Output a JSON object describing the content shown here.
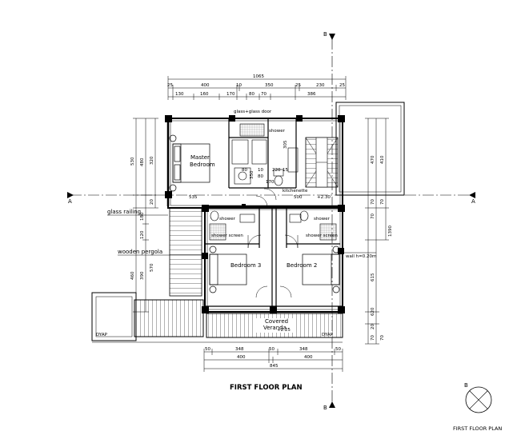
{
  "drawing_title": "FIRST FLOOR PLAN",
  "legend_title": "FIRST FLOOR PLAN",
  "section_marks": {
    "a_left": "A",
    "a_right": "A",
    "b_top": "B",
    "b_bottom": "B",
    "b_legend": "B"
  },
  "rooms": {
    "master_bedroom": "Master\nBedroom",
    "bedroom3": "Bedroom 3",
    "bedroom2": "Bedroom 2",
    "shower_top": "shower",
    "shower_left": "shower",
    "shower_right": "shower",
    "kitchenette": "kitchenette",
    "covered_veranda": "Covered\nVeranda",
    "shower_screen_l1": "shower",
    "shower_screen_l2": "screen",
    "shower_screen_r1": "shower",
    "shower_screen_r2": "screen",
    "dyap_left": "DYAP",
    "dyap_right": "DYAP"
  },
  "labels": {
    "glass_railing": "glass railing",
    "wooden_pergola": "wooden pergola",
    "glass_door": "glass+glass door",
    "wall_h": "wall h=0.20m",
    "level_1": "+2.30",
    "level_2": "+2.25"
  },
  "dims": {
    "top_total": "1065",
    "top_row2": [
      "25",
      "400",
      "10",
      "350",
      "25",
      "230",
      "25"
    ],
    "top_row3": [
      "130",
      "160",
      "170",
      "80",
      "70",
      "386"
    ],
    "bottom_row1": [
      "50",
      "348",
      "50",
      "348",
      "50"
    ],
    "bottom_row2": [
      "400",
      "400"
    ],
    "bottom_total": "845",
    "left_vert": [
      "530",
      "480",
      "320",
      "120",
      "180",
      "20",
      "460",
      "390",
      "570"
    ],
    "right_vert": [
      "470",
      "410",
      "70",
      "70",
      "70",
      "1390",
      "615",
      "620",
      "20",
      "70",
      "70"
    ],
    "interior": [
      "535",
      "500",
      "305",
      "80",
      "350",
      "10",
      "220",
      "15",
      "80",
      "170"
    ]
  }
}
